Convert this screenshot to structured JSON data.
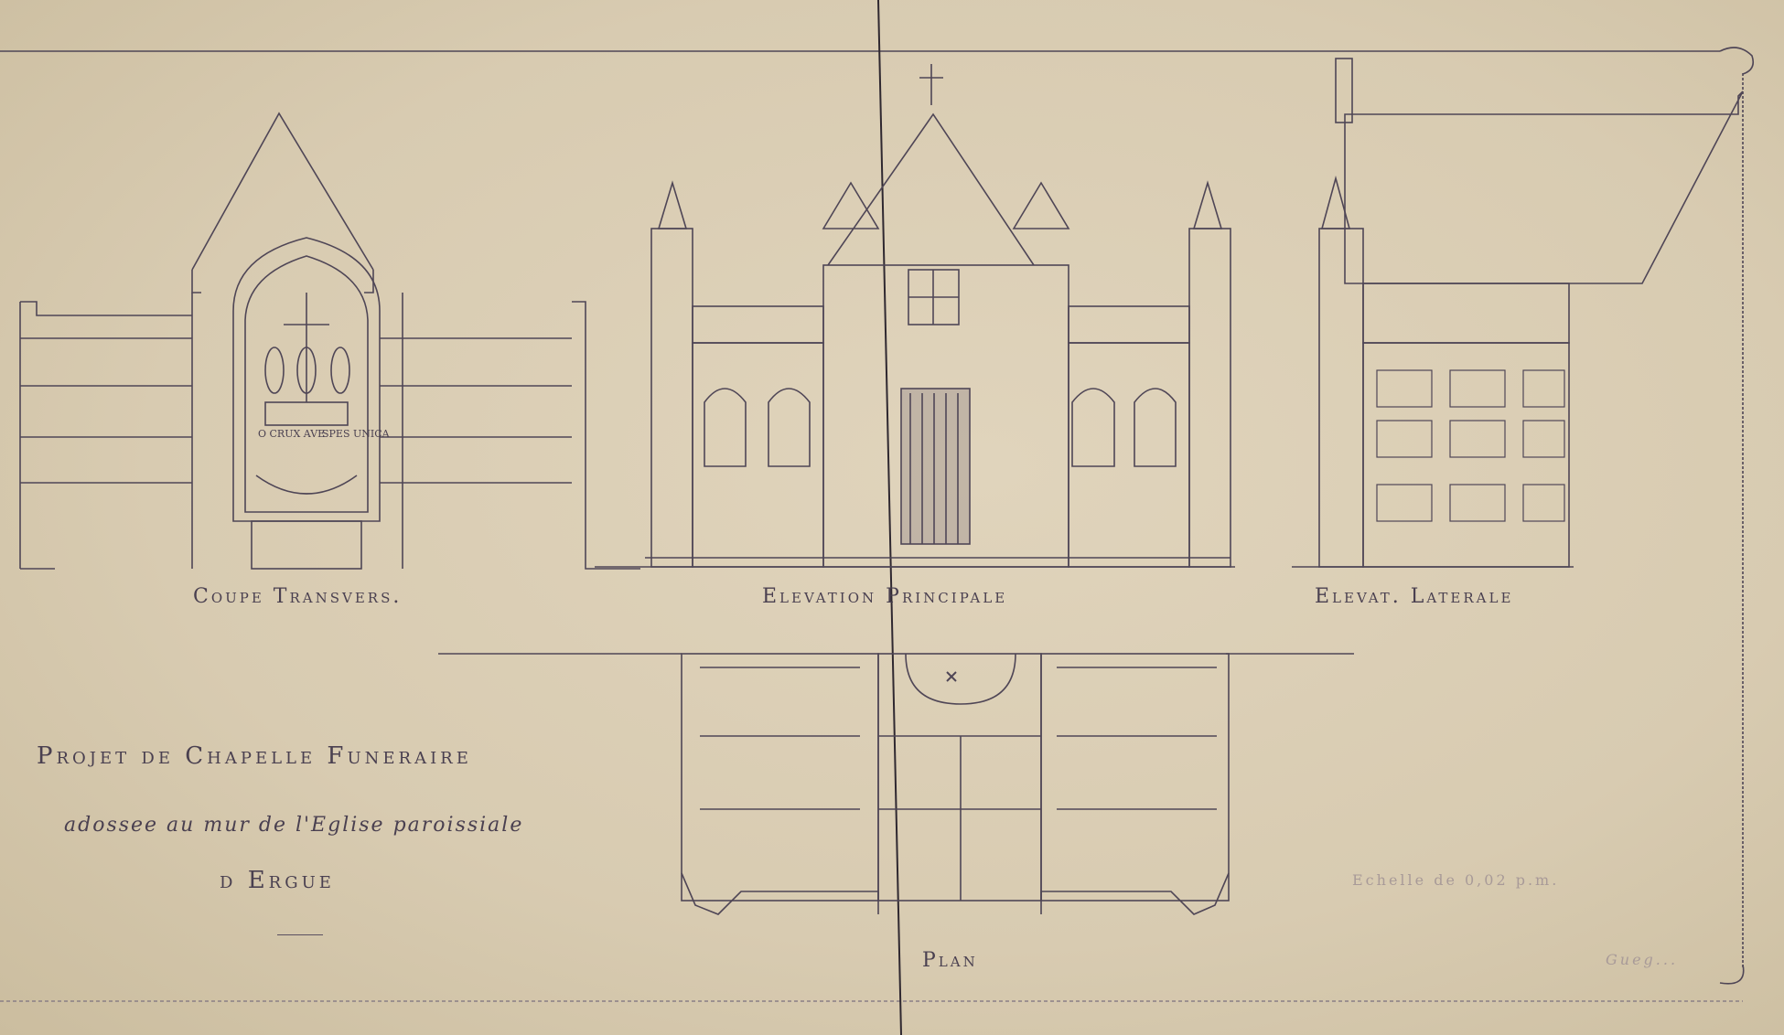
{
  "drawing": {
    "labels": {
      "section": "Coupe Transvers.",
      "main_elevation": "Elevation Principale",
      "side_elevation": "Elevat. Laterale",
      "plan": "Plan"
    },
    "title": {
      "line1": "Projet de Chapelle Funeraire",
      "line2": "adossee au mur de l'Eglise paroissiale",
      "line3": "d Ergue"
    },
    "inscription": [
      "O CRUX AVE",
      "SPES UNICA"
    ],
    "scale_note": "Echelle de 0,02 p.m.",
    "signature": "Gueg..."
  },
  "colors": {
    "paper": "#d9ccb3",
    "ink": "#4a4050",
    "faint_ink": "#a89a98"
  }
}
